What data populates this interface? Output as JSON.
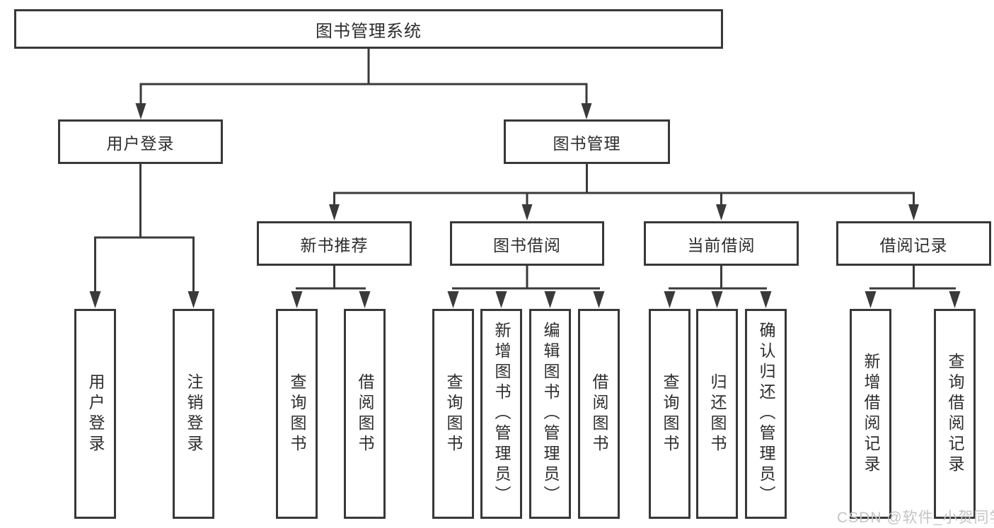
{
  "diagram_title": "图书管理系统",
  "nodes": {
    "root": "图书管理系统",
    "level2": [
      "用户登录",
      "图书管理"
    ],
    "level3": [
      "新书推荐",
      "图书借阅",
      "当前借阅",
      "借阅记录"
    ],
    "login_children": [
      "用户登录",
      "注销登录"
    ],
    "recommend_children": [
      "查询图书",
      "借阅图书"
    ],
    "borrow_children": [
      "查询图书",
      "新增图书（管理员）",
      "编辑图书（管理员）",
      "借阅图书"
    ],
    "current_children": [
      "查询图书",
      "归还图书",
      "确认归还（管理员）"
    ],
    "records_children": [
      "新增借阅记录",
      "查询借阅记录"
    ]
  },
  "watermark": "CSDN @软件_小贺同学",
  "colors": {
    "line": "#3a3a3a",
    "border": "#383838",
    "text": "#2d2d2d",
    "watermark": "#c4c4c4",
    "background": "#ffffff"
  }
}
